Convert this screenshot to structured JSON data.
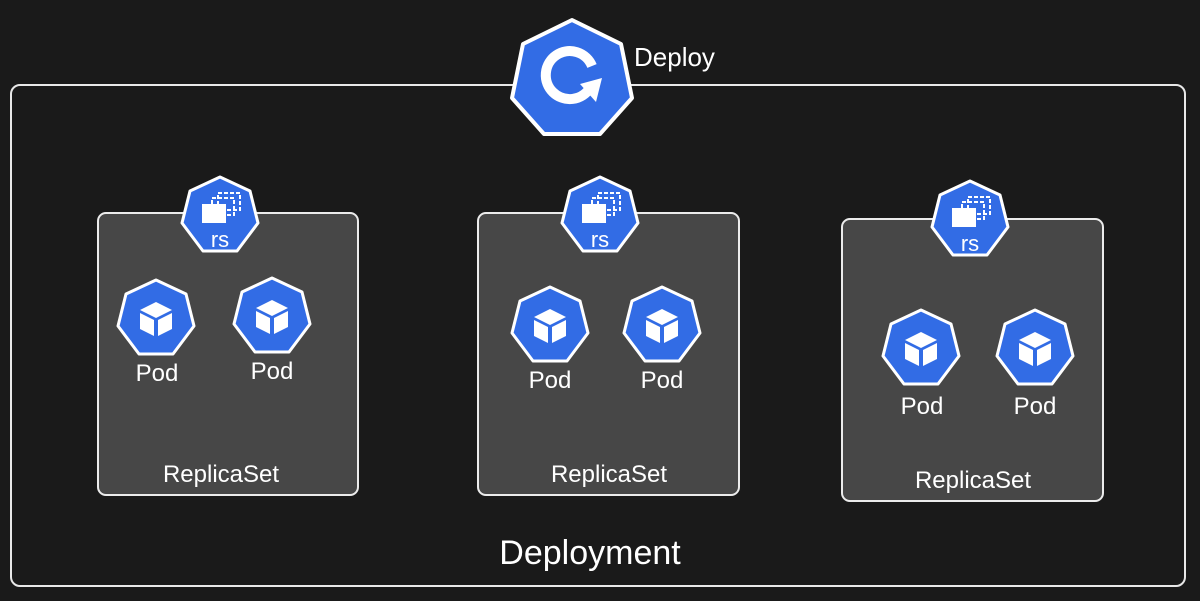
{
  "deployment": {
    "title": "Deployment",
    "deploy_label": "Deploy",
    "deploy_icon": "deploy-icon",
    "accent_color": "#326ce5"
  },
  "replicasets": [
    {
      "label": "ReplicaSet",
      "icon_text": "rs",
      "pods": [
        {
          "label": "Pod"
        },
        {
          "label": "Pod"
        }
      ]
    },
    {
      "label": "ReplicaSet",
      "icon_text": "rs",
      "pods": [
        {
          "label": "Pod"
        },
        {
          "label": "Pod"
        }
      ]
    },
    {
      "label": "ReplicaSet",
      "icon_text": "rs",
      "pods": [
        {
          "label": "Pod"
        },
        {
          "label": "Pod"
        }
      ]
    }
  ]
}
